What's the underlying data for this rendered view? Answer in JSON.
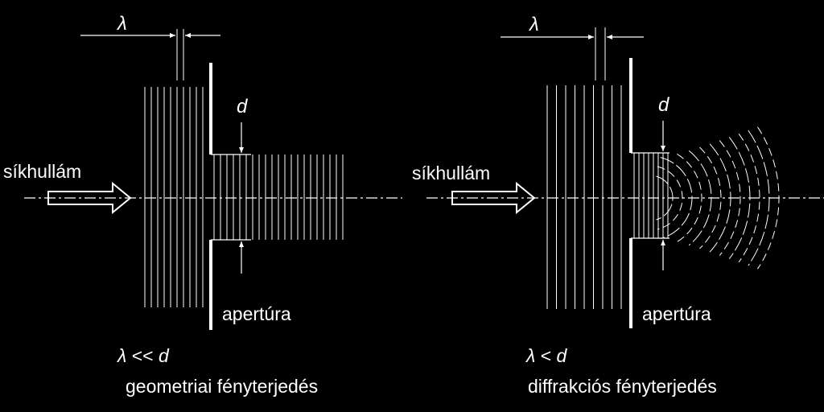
{
  "colors": {
    "background": "#000000",
    "foreground": "#ffffff"
  },
  "left": {
    "lambda_symbol": "λ",
    "d_label": "d",
    "wave_label": "síkhullám",
    "aperture_label": "apertúra",
    "relation_lambda": "λ",
    "relation_rest": " << ",
    "relation_d": "d",
    "caption": "geometriai fényterjedés"
  },
  "right": {
    "lambda_symbol": "λ",
    "d_label": "d",
    "wave_label": "síkhullám",
    "aperture_label": "apertúra",
    "relation_lambda": "λ",
    "relation_rest": " < ",
    "relation_d": "d",
    "caption": "diffrakciós fényterjedés"
  }
}
